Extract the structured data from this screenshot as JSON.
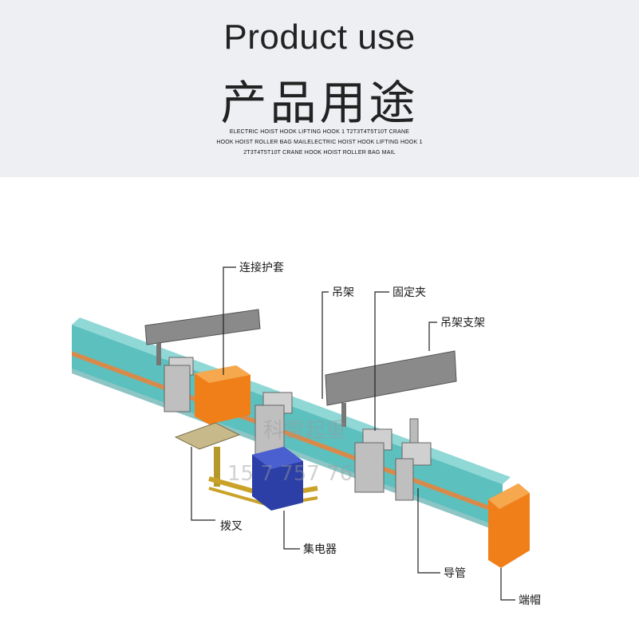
{
  "header": {
    "title_en": "Product use",
    "title_cn": "产品用途",
    "subtitle_lines": [
      "ELECTRIC HOIST HOOK LIFTING HOOK 1 T2T3T4T5T10T CRANE",
      "HOOK HOIST ROLLER BAG MAILELECTRIC HOIST HOOK LIFTING HOOK 1",
      "2T3T4T5T10T CRANE HOOK HOIST ROLLER BAG MAIL"
    ]
  },
  "labels": {
    "connector_sleeve": "连接护套",
    "hanger": "吊架",
    "fixed_clamp": "固定夹",
    "hanger_bracket": "吊架支架",
    "tow_fork": "拨叉",
    "collector": "集电器",
    "conduit": "导管",
    "end_cap": "端帽"
  },
  "watermark": {
    "line1": "科雷起重",
    "line2": "15 7 757 76"
  },
  "colors": {
    "header_bg": "#eeeff3",
    "rail": "#5cc0bf",
    "rail_stripe": "#d98a4a",
    "end_cap": "#f07f1a",
    "collector": "#2b3fa6",
    "steel": "#8a8a8a"
  }
}
